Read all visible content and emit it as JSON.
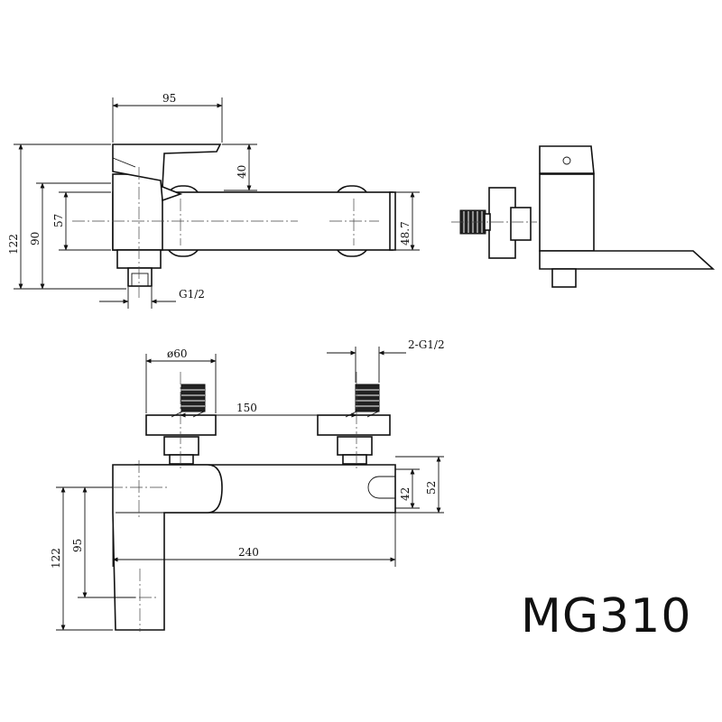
{
  "model": "MG310",
  "front_view": {
    "width_top": "95",
    "lever_height": "40",
    "height_total": "122",
    "height_mid": "90",
    "spout_height": "57",
    "spout_depth": "48.7",
    "outlet_thread": "G1/2"
  },
  "top_view": {
    "flange_diameter": "ø60",
    "inlet_threads": "2-G1/2",
    "inlet_spacing": "150",
    "length": "240",
    "body_height_inner": "42",
    "body_height_outer": "52",
    "lever_offset_total": "122",
    "lever_offset_mid": "95"
  }
}
